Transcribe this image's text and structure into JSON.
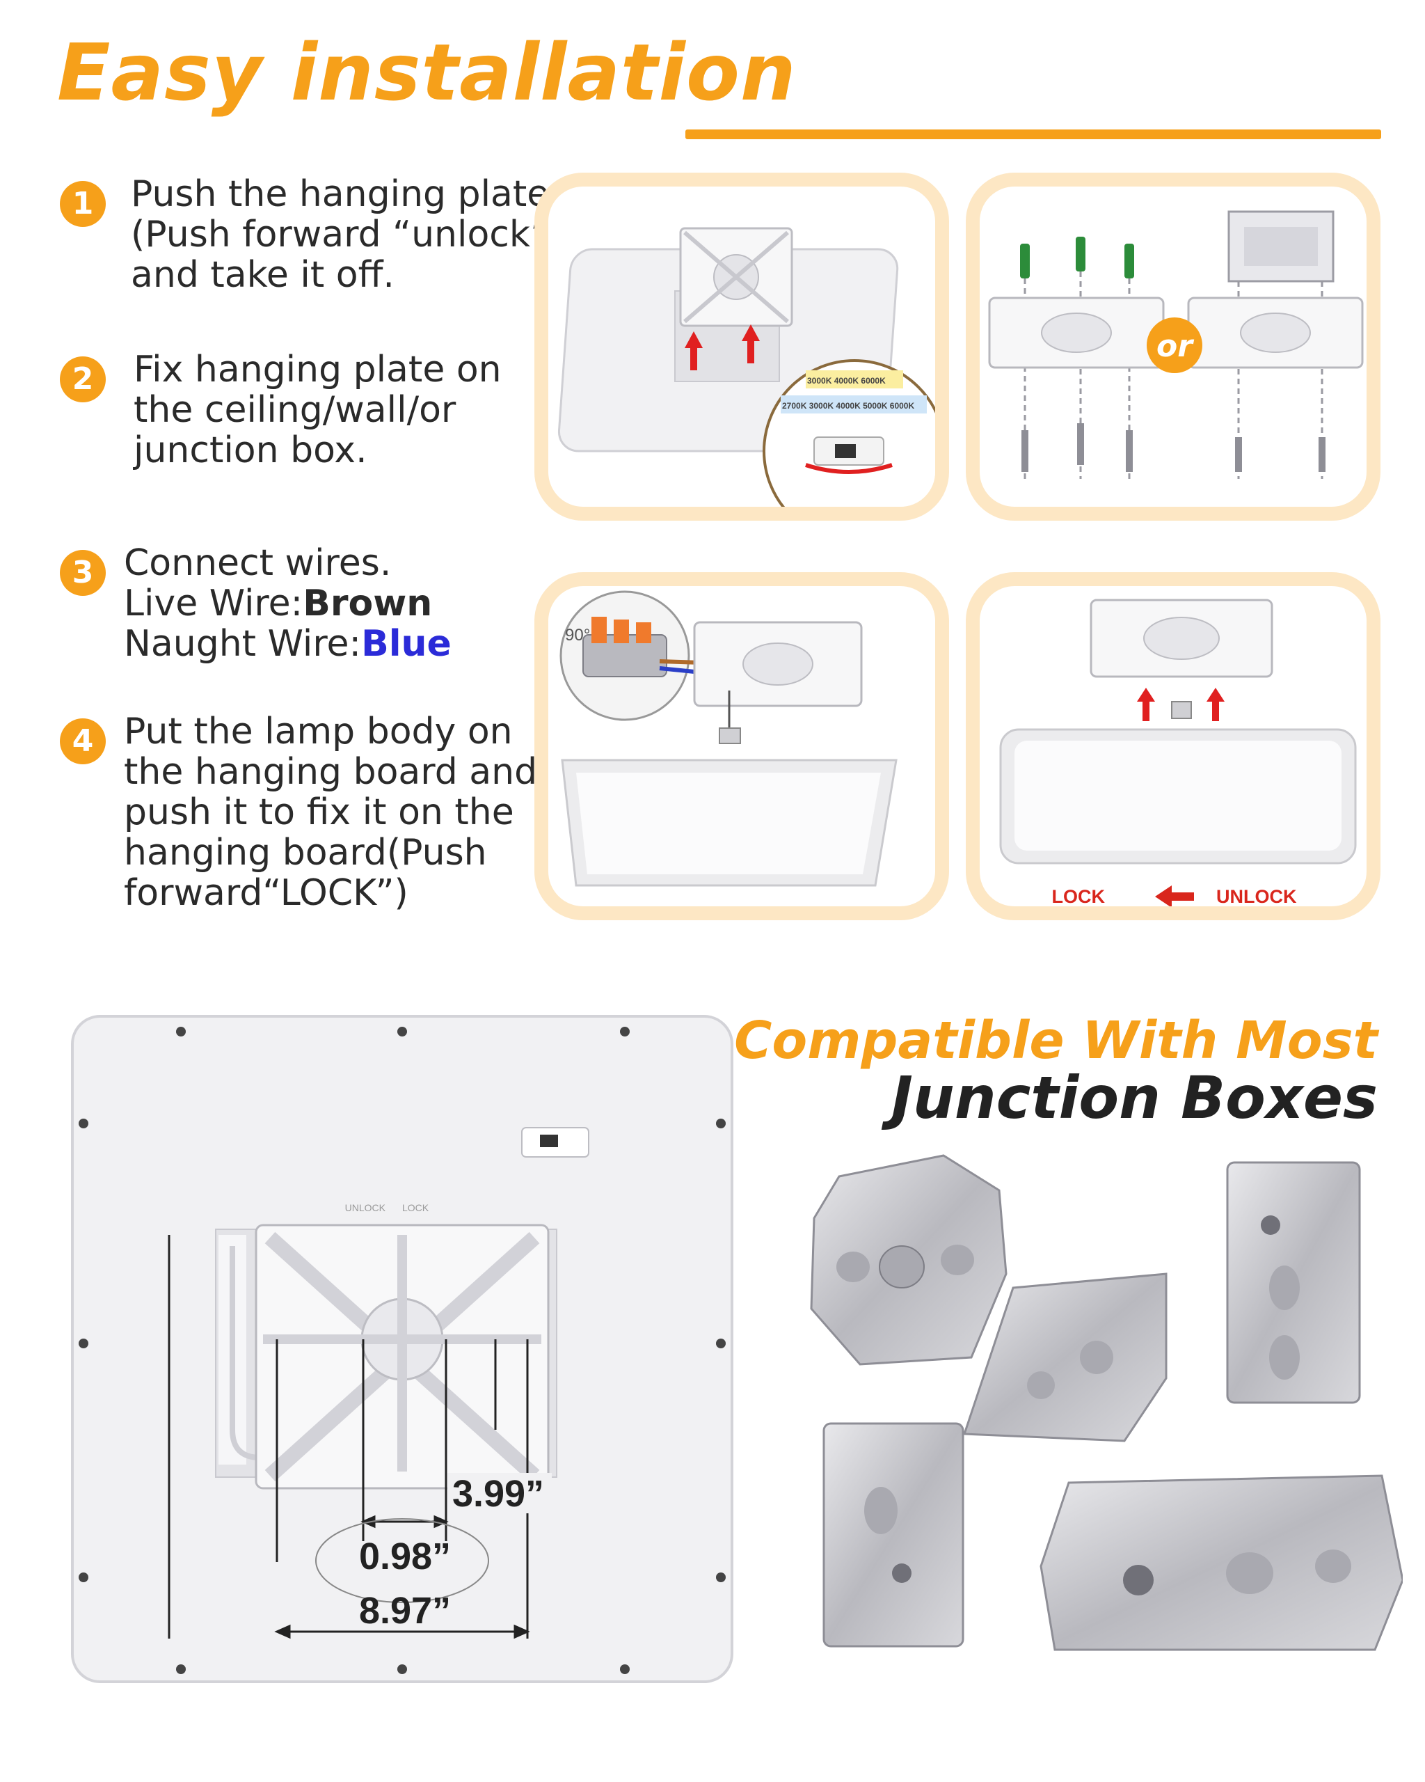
{
  "header": {
    "title": "Easy installation"
  },
  "steps": [
    {
      "number": "1",
      "lines": [
        "Push the hanging plate",
        "(Push forward “unlock”)",
        "and take it off."
      ]
    },
    {
      "number": "2",
      "lines": [
        "Fix hanging plate on",
        "the ceiling/wall/or",
        "junction box."
      ]
    },
    {
      "number": "3",
      "intro": "Connect wires.",
      "live_label": "Live Wire:",
      "live_value": "Brown",
      "neutral_label": "Naught Wire:",
      "neutral_value": "Blue"
    },
    {
      "number": "4",
      "lines": [
        "Put the lamp body on",
        "the hanging board and",
        "push it to fix it on the",
        "hanging board(Push",
        "forward“LOCK”)"
      ]
    }
  ],
  "panels": {
    "p1": {
      "cct_row1": "3000K 4000K 6000K",
      "cct_row2": "2700K 3000K 4000K 5000K 6000K"
    },
    "p2": {
      "or_label": "or"
    },
    "p3": {
      "angle_label": "90°"
    },
    "p4": {
      "lock_label": "LOCK",
      "unlock_label": "UNLOCK"
    }
  },
  "dimensions": {
    "plate_back_labels": {
      "unlock": "UNLOCK",
      "lock": "LOCK"
    },
    "d1": "3.99”",
    "d2": "0.98”",
    "d3": "8.97”"
  },
  "compat": {
    "line1": "Compatible With Most",
    "line2": "Junction Boxes"
  },
  "colors": {
    "accent": "#f6a01a",
    "panel_border": "#fde7c4",
    "neutral_wire": "#2b2bd8",
    "lock_red": "#d9261c"
  }
}
